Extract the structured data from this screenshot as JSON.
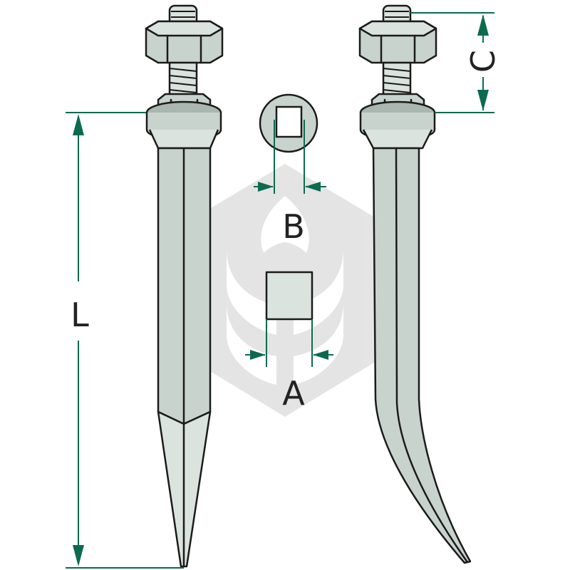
{
  "diagram": {
    "labels": {
      "L": "L",
      "A": "A",
      "B": "B",
      "C": "C"
    },
    "colors": {
      "dimension_line": "#0b6b4f",
      "steel": "#c9d3cd",
      "steel_dark": "#a9b7ae",
      "outline": "#1b1b1b",
      "watermark": "#d9d9d9"
    },
    "icons": {
      "watermark": "hexagon-leaf-logo-icon"
    }
  }
}
